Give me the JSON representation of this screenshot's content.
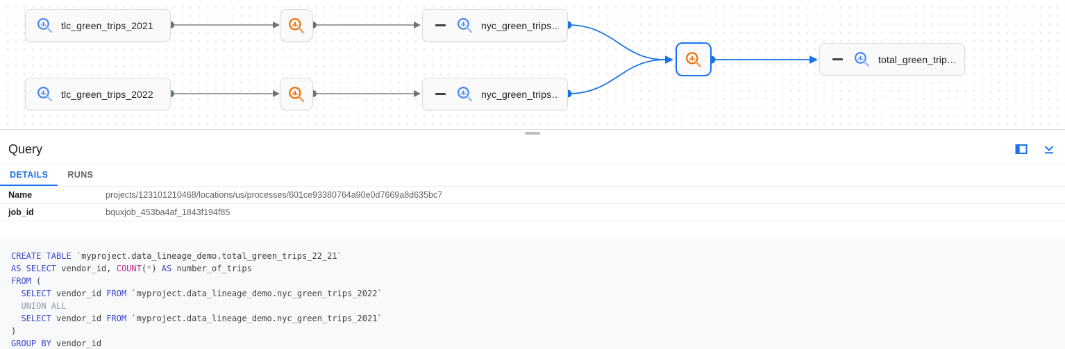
{
  "graph": {
    "nodes": [
      {
        "label": "tlc_green_trips_2021",
        "type": "table"
      },
      {
        "label": "tlc_green_trips_2022",
        "type": "table"
      },
      {
        "type": "process"
      },
      {
        "type": "process"
      },
      {
        "label": "nyc_green_trips…",
        "type": "table",
        "collapsed": true
      },
      {
        "label": "nyc_green_trips…",
        "type": "table",
        "collapsed": true
      },
      {
        "type": "process",
        "selected": true
      },
      {
        "label": "total_green_trip…",
        "type": "table",
        "collapsed": true
      }
    ]
  },
  "panel": {
    "title": "Query",
    "tabs": [
      {
        "label": "DETAILS",
        "active": true
      },
      {
        "label": "RUNS",
        "active": false
      }
    ],
    "fields": [
      {
        "label": "Name",
        "value": "projects/123101210468/locations/us/processes/601ce93380764a90e0d7669a8d635bc7"
      },
      {
        "label": "job_id",
        "value": "bquxjob_453ba4af_1843f194f85"
      }
    ],
    "icons": [
      "split-view-icon",
      "collapse-panel-icon"
    ]
  },
  "sql": {
    "lines": [
      [
        [
          "kw",
          "CREATE TABLE"
        ],
        [
          "tx",
          " `myproject.data_lineage_demo.total_green_trips_22_21`"
        ]
      ],
      [
        [
          "kw",
          "AS SELECT"
        ],
        [
          "tx",
          " vendor_id, "
        ],
        [
          "fn",
          "COUNT"
        ],
        [
          "tx",
          "("
        ],
        [
          "gy",
          "*"
        ],
        [
          "tx",
          ") "
        ],
        [
          "kw",
          "AS"
        ],
        [
          "tx",
          " number_of_trips"
        ]
      ],
      [
        [
          "kw",
          "FROM"
        ],
        [
          "tx",
          " ("
        ]
      ],
      [
        [
          "tx",
          "  "
        ],
        [
          "kw",
          "SELECT"
        ],
        [
          "tx",
          " vendor_id "
        ],
        [
          "kw",
          "FROM"
        ],
        [
          "tx",
          " `myproject.data_lineage_demo.nyc_green_trips_2022`"
        ]
      ],
      [
        [
          "gy",
          "  UNION ALL"
        ]
      ],
      [
        [
          "tx",
          "  "
        ],
        [
          "kw",
          "SELECT"
        ],
        [
          "tx",
          " vendor_id "
        ],
        [
          "kw",
          "FROM"
        ],
        [
          "tx",
          " `myproject.data_lineage_demo.nyc_green_trips_2021`"
        ]
      ],
      [
        [
          "tx",
          ")"
        ]
      ],
      [
        [
          "kw",
          "GROUP BY"
        ],
        [
          "tx",
          " vendor_id"
        ]
      ]
    ]
  },
  "colors": {
    "accent_blue": "#1a73e8",
    "table_icon_blue": "#4285f4",
    "process_icon_orange": "#e8710a",
    "edge_gray": "#7a7f85",
    "keyword_blue": "#3d46c8",
    "function_magenta": "#c5288c",
    "muted_gray": "#8f98a8"
  }
}
